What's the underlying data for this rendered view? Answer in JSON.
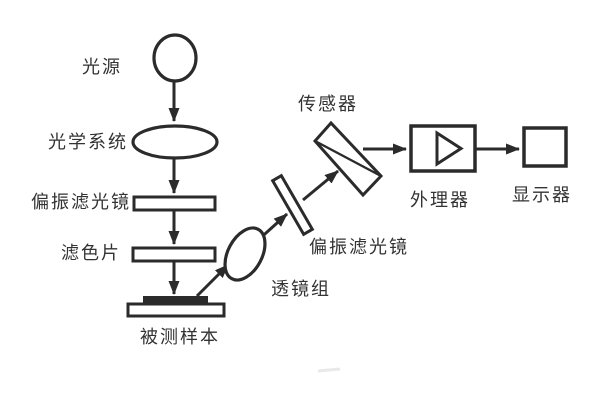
{
  "diagram": {
    "type": "block-diagram",
    "labels": {
      "light_source": "光源",
      "optical_system": "光学系统",
      "polarizing_filter_1": "偏振滤光镜",
      "color_filter": "滤色片",
      "sample": "被测样本",
      "lens_group": "透镜组",
      "polarizing_filter_2": "偏振滤光镜",
      "sensor": "传感器",
      "processor": "外理器",
      "display": "显示器"
    },
    "flow": [
      {
        "from": "light_source",
        "to": "optical_system"
      },
      {
        "from": "optical_system",
        "to": "polarizing_filter_1"
      },
      {
        "from": "polarizing_filter_1",
        "to": "color_filter"
      },
      {
        "from": "color_filter",
        "to": "sample"
      },
      {
        "from": "sample",
        "to": "lens_group"
      },
      {
        "from": "lens_group",
        "to": "polarizing_filter_2"
      },
      {
        "from": "polarizing_filter_2",
        "to": "sensor"
      },
      {
        "from": "sensor",
        "to": "processor"
      },
      {
        "from": "processor",
        "to": "display"
      }
    ],
    "colors": {
      "stroke": "#2b2b2b",
      "text": "#333333",
      "background": "#ffffff",
      "sample_bar_fill": "#2b2b2b"
    }
  }
}
